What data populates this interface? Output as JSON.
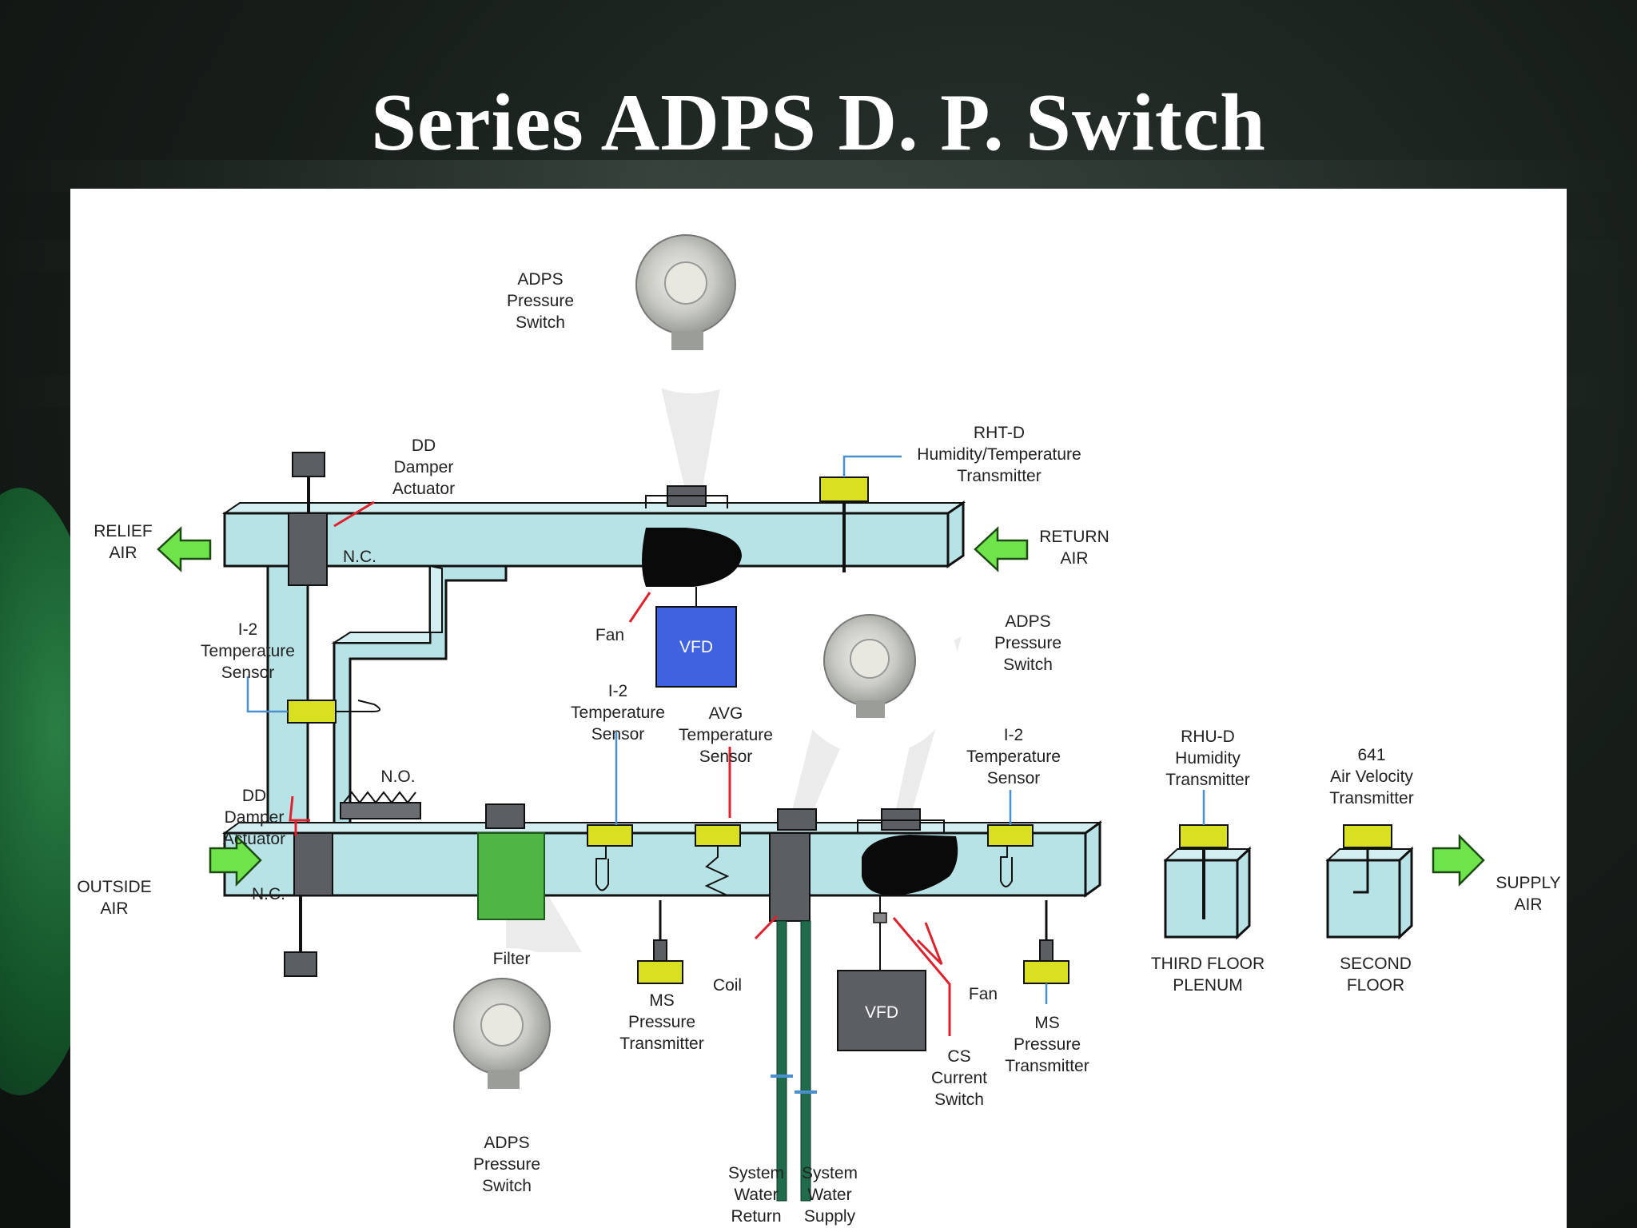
{
  "slide": {
    "title": "Series ADPS D. P. Switch"
  },
  "labels": {
    "adps_top": [
      "ADPS",
      "Pressure",
      "Switch"
    ],
    "adps_mid": [
      "ADPS",
      "Pressure",
      "Switch"
    ],
    "adps_bottom": [
      "ADPS",
      "Pressure",
      "Switch"
    ],
    "dd_top": [
      "DD",
      "Damper",
      "Actuator"
    ],
    "dd_bottom": [
      "DD",
      "Damper",
      "Actuator"
    ],
    "rht_d": [
      "RHT-D",
      "Humidity/Temperature",
      "Transmitter"
    ],
    "relief_air": [
      "RELIEF",
      "AIR"
    ],
    "return_air": [
      "RETURN",
      "AIR"
    ],
    "outside_air": [
      "OUTSIDE",
      "AIR"
    ],
    "supply_air": [
      "SUPPLY",
      "AIR"
    ],
    "nc_top": "N.C.",
    "nc_bottom": "N.C.",
    "no": "N.O.",
    "fan_top": "Fan",
    "fan_bottom": "Fan",
    "vfd_top": "VFD",
    "vfd_bottom": "VFD",
    "i2_left": [
      "I-2",
      "Temperature",
      "Sensor"
    ],
    "i2_mid": [
      "I-2",
      "Temperature",
      "Sensor"
    ],
    "i2_right": [
      "I-2",
      "Temperature",
      "Sensor"
    ],
    "avg_temp": [
      "AVG",
      "Temperature",
      "Sensor"
    ],
    "rhu_d": [
      "RHU-D",
      "Humidity",
      "Transmitter"
    ],
    "avt_641": [
      "641",
      "Air Velocity",
      "Transmitter"
    ],
    "filter": "Filter",
    "coil": "Coil",
    "ms_left": [
      "MS",
      "Pressure",
      "Transmitter"
    ],
    "ms_right": [
      "MS",
      "Pressure",
      "Transmitter"
    ],
    "cs": [
      "CS",
      "Current",
      "Switch"
    ],
    "third_floor": [
      "THIRD FLOOR",
      "PLENUM"
    ],
    "second_floor": [
      "SECOND",
      "FLOOR"
    ],
    "water": [
      "System",
      "Water",
      "Return",
      "System",
      "Water",
      "Supply"
    ]
  },
  "colors": {
    "duct": "#b8e3e6",
    "sensor": "#d9e021",
    "arrow": "#6ee34a",
    "vfd_blue": "#3f63e0",
    "filter": "#4fb545",
    "pipe": "#1f6b4a",
    "leader_red": "#e0202c",
    "leader_blue": "#4a8fd0"
  }
}
